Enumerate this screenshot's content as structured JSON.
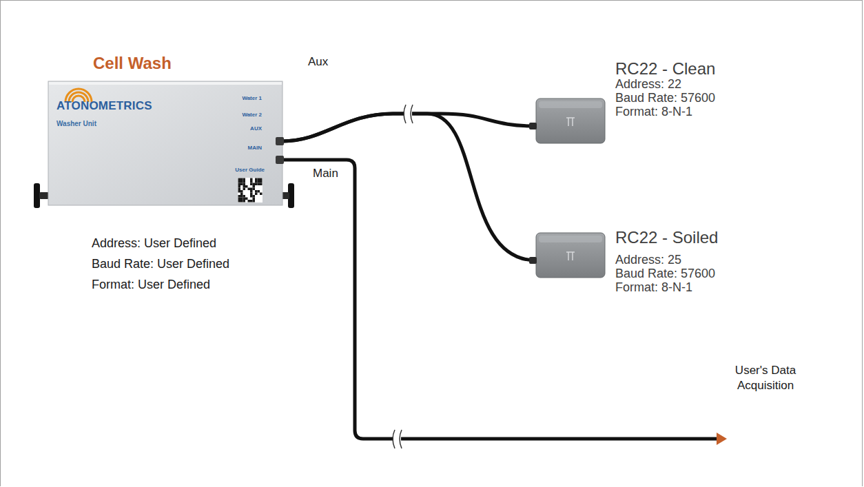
{
  "diagram": {
    "nodes": [
      {
        "text": [
          "Cell Wash",
          "ATONOMETRICS",
          "Washer Unit",
          "Water 1",
          "Water 2",
          "AUX",
          "MAIN",
          "User Guide",
          "Address: User Defined",
          "Baud Rate: User Defined",
          "Format: User Defined"
        ]
      },
      {
        "text": [
          "RC22 - Clean",
          "Address: 22",
          "Baud Rate: 57600",
          "Format: 8-N-1"
        ]
      },
      {
        "text": [
          "RC22 - Soiled",
          "Address: 25",
          "Baud Rate: 57600",
          "Format: 8-N-1"
        ]
      },
      {
        "text": [
          "User's Data Acquisition"
        ]
      }
    ],
    "edges": [
      {
        "from": 0,
        "to": 1,
        "label": "Aux",
        "arrow": "none"
      },
      {
        "from": 0,
        "to": 2,
        "arrow": "none"
      },
      {
        "from": 0,
        "to": 3,
        "label": "Main",
        "arrow": "to"
      }
    ]
  }
}
